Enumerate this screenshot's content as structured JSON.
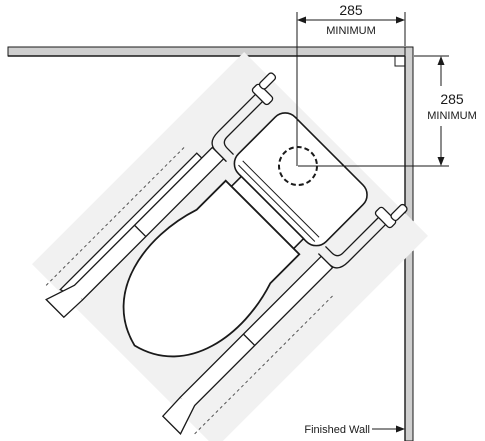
{
  "dimensions": {
    "horizontal": {
      "value": "285",
      "unit": "MINIMUM"
    },
    "vertical": {
      "value": "285",
      "unit": "MINIMUM"
    }
  },
  "wall_label": "Finished Wall",
  "colors": {
    "line": "#1a1a1a",
    "wall_fill": "#cfcfcf",
    "footprint": "#f1f1f1",
    "rail": "#555555"
  }
}
